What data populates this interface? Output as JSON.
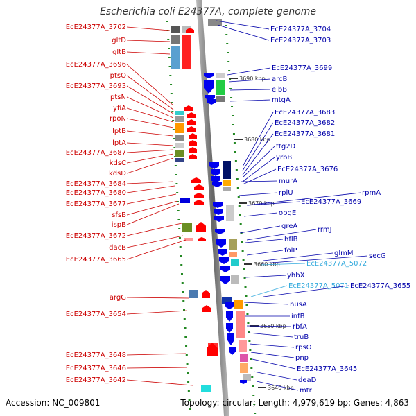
{
  "title": "Escherichia coli E24377A, complete genome",
  "footer": {
    "accession": "Accession: NC_009801",
    "summary": "Topology: circular; Length: 4,979,619 bp; Genes: 4,863"
  },
  "colors": {
    "left_label": "#cc0000",
    "right_label": "#0000aa",
    "highlight_label": "#33aadd",
    "forward_strand": "#ff0000",
    "reverse_strand": "#0000ee",
    "axis": "#888888"
  },
  "scale": {
    "units": "kbp",
    "ticks": [
      {
        "label": "3690 kbp"
      },
      {
        "label": "3680 kbp"
      },
      {
        "label": "3670 kbp"
      },
      {
        "label": "3660 kbp"
      },
      {
        "label": "3650 kbp"
      },
      {
        "label": "3640 kbp"
      }
    ]
  },
  "left_labels": [
    "EcE24377A_3702",
    "gltD",
    "gltB",
    "EcE24377A_3696",
    "ptsO",
    "EcE24377A_3693",
    "ptsN",
    "yfiA",
    "rpoN",
    "lptB",
    "lptA",
    "EcE24377A_3687",
    "kdsC",
    "kdsD",
    "EcE24377A_3684",
    "EcE24377A_3680",
    "EcE24377A_3677",
    "sfsB",
    "ispB",
    "EcE24377A_3672",
    "dacB",
    "EcE24377A_3665",
    "argG",
    "EcE24377A_3654",
    "EcE24377A_3648",
    "EcE24377A_3646",
    "EcE24377A_3642"
  ],
  "right_labels": [
    "EcE24377A_3704",
    "EcE24377A_3703",
    "EcE24377A_3699",
    "arcB",
    "elbB",
    "mtgA",
    "EcE24377A_3683",
    "EcE24377A_3682",
    "EcE24377A_3681",
    "ttg2D",
    "yrbB",
    "EcE24377A_3676",
    "murA",
    "rplU",
    "rpmA",
    "EcE24377A_3669",
    "obgE",
    "greA",
    "rrmJ",
    "hflB",
    "folP",
    "glmM",
    "secG",
    "EcE24377A_5072",
    "yhbX",
    "EcE24377A_5071",
    "EcE24377A_3655",
    "nusA",
    "infB",
    "rbfA",
    "truB",
    "rpsO",
    "pnp",
    "EcE24377A_3645",
    "deaD",
    "mtr"
  ],
  "highlighted_right_labels": [
    "EcE24377A_5072",
    "EcE24377A_5071"
  ]
}
